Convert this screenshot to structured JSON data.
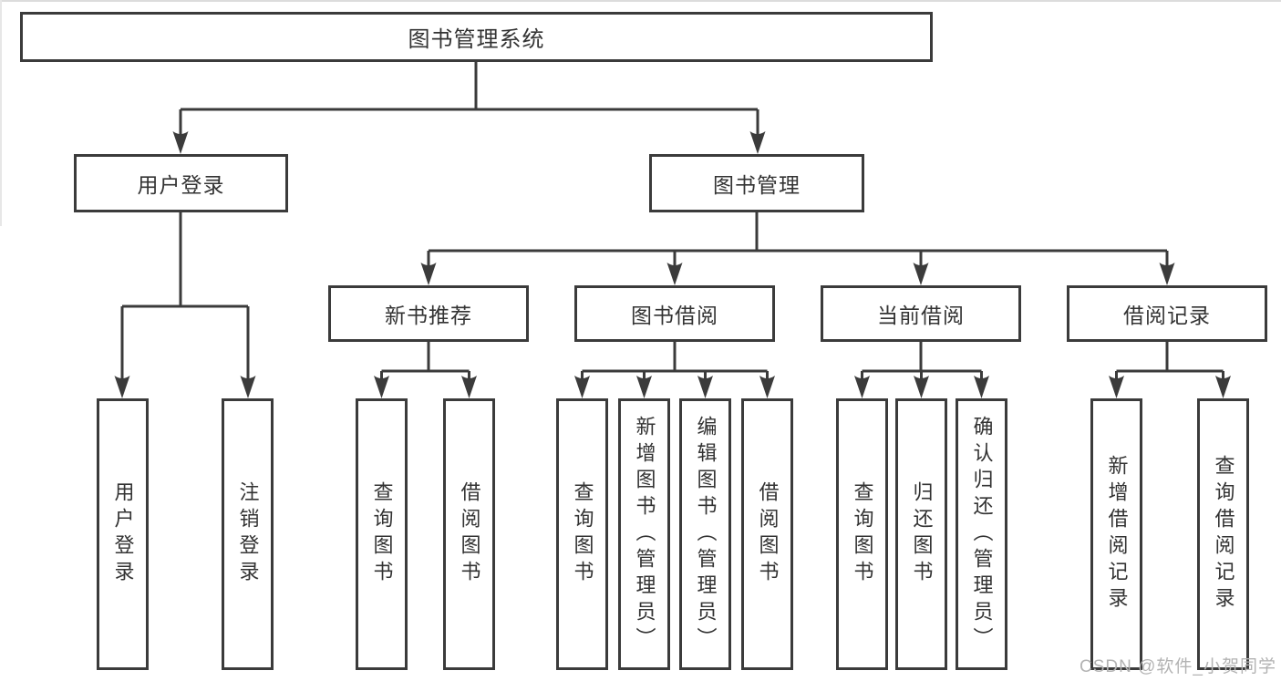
{
  "diagram_title": "图书管理系统",
  "colors": {
    "line": "#3b3b3b",
    "text": "#333333",
    "background": "#ffffff",
    "watermark": "#b3b3b3"
  },
  "nodes": {
    "root": {
      "label": "图书管理系统"
    },
    "level2": [
      {
        "label": "用户登录"
      },
      {
        "label": "图书管理"
      }
    ],
    "level3": [
      {
        "label": "新书推荐"
      },
      {
        "label": "图书借阅"
      },
      {
        "label": "当前借阅"
      },
      {
        "label": "借阅记录"
      }
    ],
    "leaves": {
      "user_login": [
        "用户登录",
        "注销登录"
      ],
      "new_book_recommendation": [
        "查询图书",
        "借阅图书"
      ],
      "book_borrowing": [
        "查询图书",
        "新增图书（管理员）",
        "编辑图书（管理员）",
        "借阅图书"
      ],
      "current_borrowing": [
        "查询图书",
        "归还图书",
        "确认归还（管理员）"
      ],
      "borrowing_records": [
        "新增借阅记录",
        "查询借阅记录"
      ]
    }
  },
  "watermark": {
    "text": "CSDN @软件_小贺同学"
  }
}
